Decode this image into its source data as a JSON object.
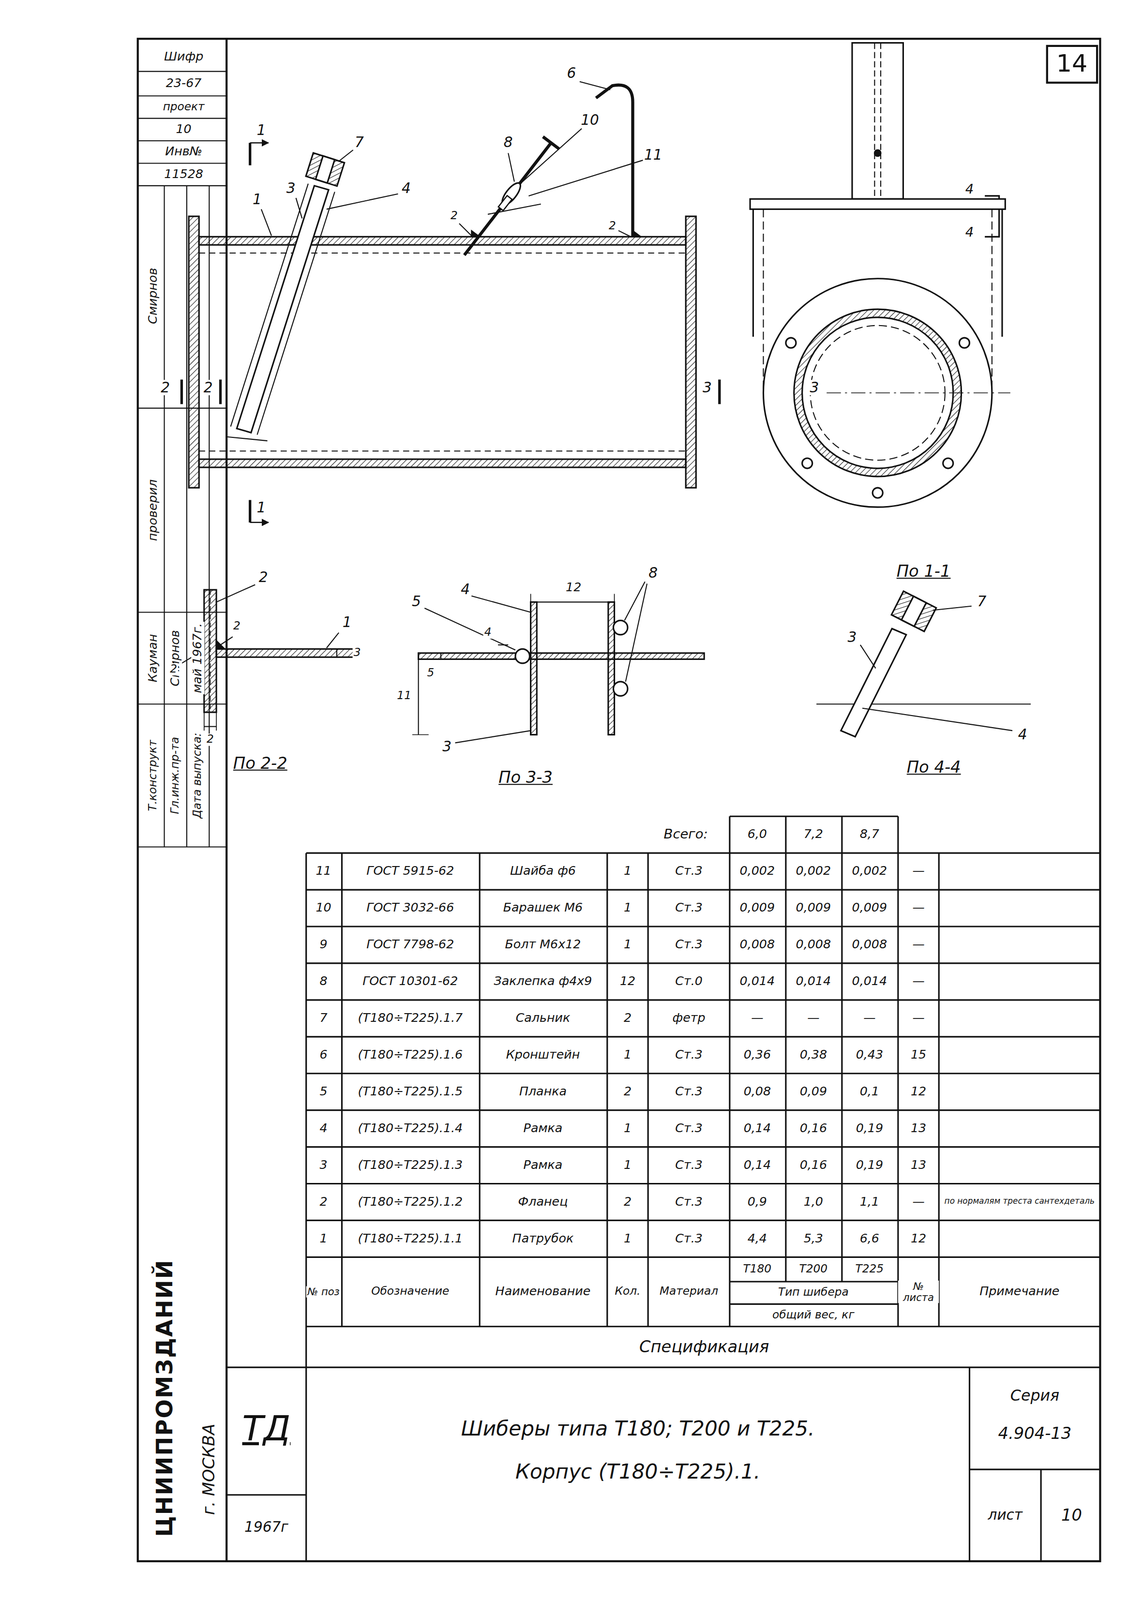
{
  "diagram": {
    "nodes": [
      {
        "text": [
          "14"
        ]
      }
    ],
    "labels": [
      "Шифр",
      "23-67",
      "проект",
      "10",
      "Инв№",
      "11528",
      "Смирнов",
      "проверил",
      "Т.конструкт",
      "Кауман",
      "Гл.инж.пр-та",
      "Смирнов",
      "Дата выпуска:",
      "май 1967г.",
      "ЦНИИПРОМЗДАНИЙ",
      "г. МОСКВА",
      "1",
      "3",
      "7",
      "4",
      "8",
      "10",
      "11",
      "6",
      "2",
      "2",
      "1",
      "1",
      "2",
      "2",
      "3",
      "3",
      "4",
      "4",
      "2",
      "1",
      "2",
      "2",
      "3",
      "2",
      "По 2-2",
      "4",
      "5",
      "12",
      "8",
      "4",
      "5",
      "11",
      "3",
      "По 3-3",
      "По 1-1",
      "7",
      "3",
      "4",
      "По 4-4",
      "Всего:",
      "6,0",
      "7,2",
      "8,7",
      "11",
      "ГОСТ 5915-62",
      "Шайба ф6",
      "1",
      "Ст.3",
      "0,002",
      "0,002",
      "0,002",
      "—",
      "10",
      "ГОСТ 3032-66",
      "Барашек М6",
      "1",
      "Ст.3",
      "0,009",
      "0,009",
      "0,009",
      "—",
      "9",
      "ГОСТ 7798-62",
      "Болт М6х12",
      "1",
      "Ст.3",
      "0,008",
      "0,008",
      "0,008",
      "—",
      "8",
      "ГОСТ 10301-62",
      "Заклепка ф4х9",
      "12",
      "Ст.0",
      "0,014",
      "0,014",
      "0,014",
      "—",
      "7",
      "(Т180÷Т225).1.7",
      "Сальник",
      "2",
      "фетр",
      "—",
      "—",
      "—",
      "—",
      "6",
      "(Т180÷Т225).1.6",
      "Кронштейн",
      "1",
      "Ст.3",
      "0,36",
      "0,38",
      "0,43",
      "15",
      "5",
      "(Т180÷Т225).1.5",
      "Планка",
      "2",
      "Ст.3",
      "0,08",
      "0,09",
      "0,1",
      "12",
      "4",
      "(Т180÷Т225).1.4",
      "Рамка",
      "1",
      "Ст.3",
      "0,14",
      "0,16",
      "0,19",
      "13",
      "3",
      "(Т180÷Т225).1.3",
      "Рамка",
      "1",
      "Ст.3",
      "0,14",
      "0,16",
      "0,19",
      "13",
      "2",
      "(Т180÷Т225).1.2",
      "Фланец",
      "2",
      "Ст.3",
      "0,9",
      "1,0",
      "1,1",
      "—",
      "1",
      "(Т180÷Т225).1.1",
      "Патрубок",
      "1",
      "Ст.3",
      "4,4",
      "5,3",
      "6,6",
      "12",
      "по нормалям треста сантехдеталь",
      "№ поз",
      "Обозначение",
      "Наименование",
      "Кол.",
      "Материал",
      "Т180",
      "Т200",
      "Т225",
      "Тип шибера",
      "общий вес, кг",
      "№ листа",
      "Примечание",
      "Спецификация",
      "ТД",
      "1967г",
      "Шиберы типа Т180; Т200 и Т225.",
      "Корпус (Т180÷Т225).1.",
      "Серия",
      "4.904-13",
      "лист",
      "10"
    ]
  }
}
